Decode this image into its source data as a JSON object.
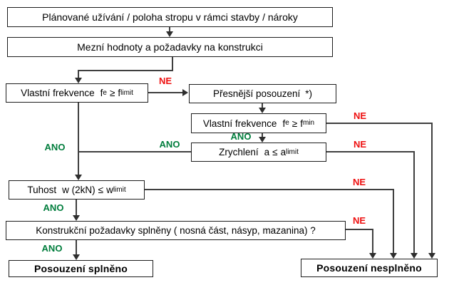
{
  "labels": {
    "yes": "ANO",
    "no": "NE"
  },
  "colors": {
    "yes_label": "#007d3c",
    "no_label": "#ee1111",
    "connector_line": "#3f3f3f",
    "box_border": "#1d1d1d",
    "text": "#000000",
    "background": "#ffffff"
  },
  "nodes": {
    "planned_use": {
      "label": "Plánované užívání / poloha stropu v rámci stavby / nároky"
    },
    "limit_values": {
      "label": "Mezní hodnoty a požadavky na konstrukci"
    },
    "natural_frequency_limit": {
      "label": "Vlastní frekvence",
      "var1": "f",
      "sub1": "e",
      "op": "≥",
      "var2": "f",
      "sub2": "limit"
    },
    "detailed_assessment": {
      "label": "Přesnější posouzení",
      "note": "*)"
    },
    "natural_frequency_min": {
      "label": "Vlastní frekvence",
      "var1": "f",
      "sub1": "e",
      "op": "≥",
      "var2": "f",
      "sub2": "min"
    },
    "acceleration": {
      "label": "Zrychlení",
      "var1": "a",
      "op": "≤",
      "var2": "a",
      "sub2": "limit"
    },
    "stiffness": {
      "label": "Tuhost",
      "var1": "w (2kN)",
      "op": "≤",
      "var2": "w",
      "sub2": "limit"
    },
    "structural_requirements": {
      "label": "Konstrukční požadavky splněny ( nosná část, násyp, mazanina) ?"
    },
    "assessment_passed": {
      "label": "Posouzení splněno"
    },
    "assessment_failed": {
      "label": "Posouzení nesplněno"
    }
  }
}
